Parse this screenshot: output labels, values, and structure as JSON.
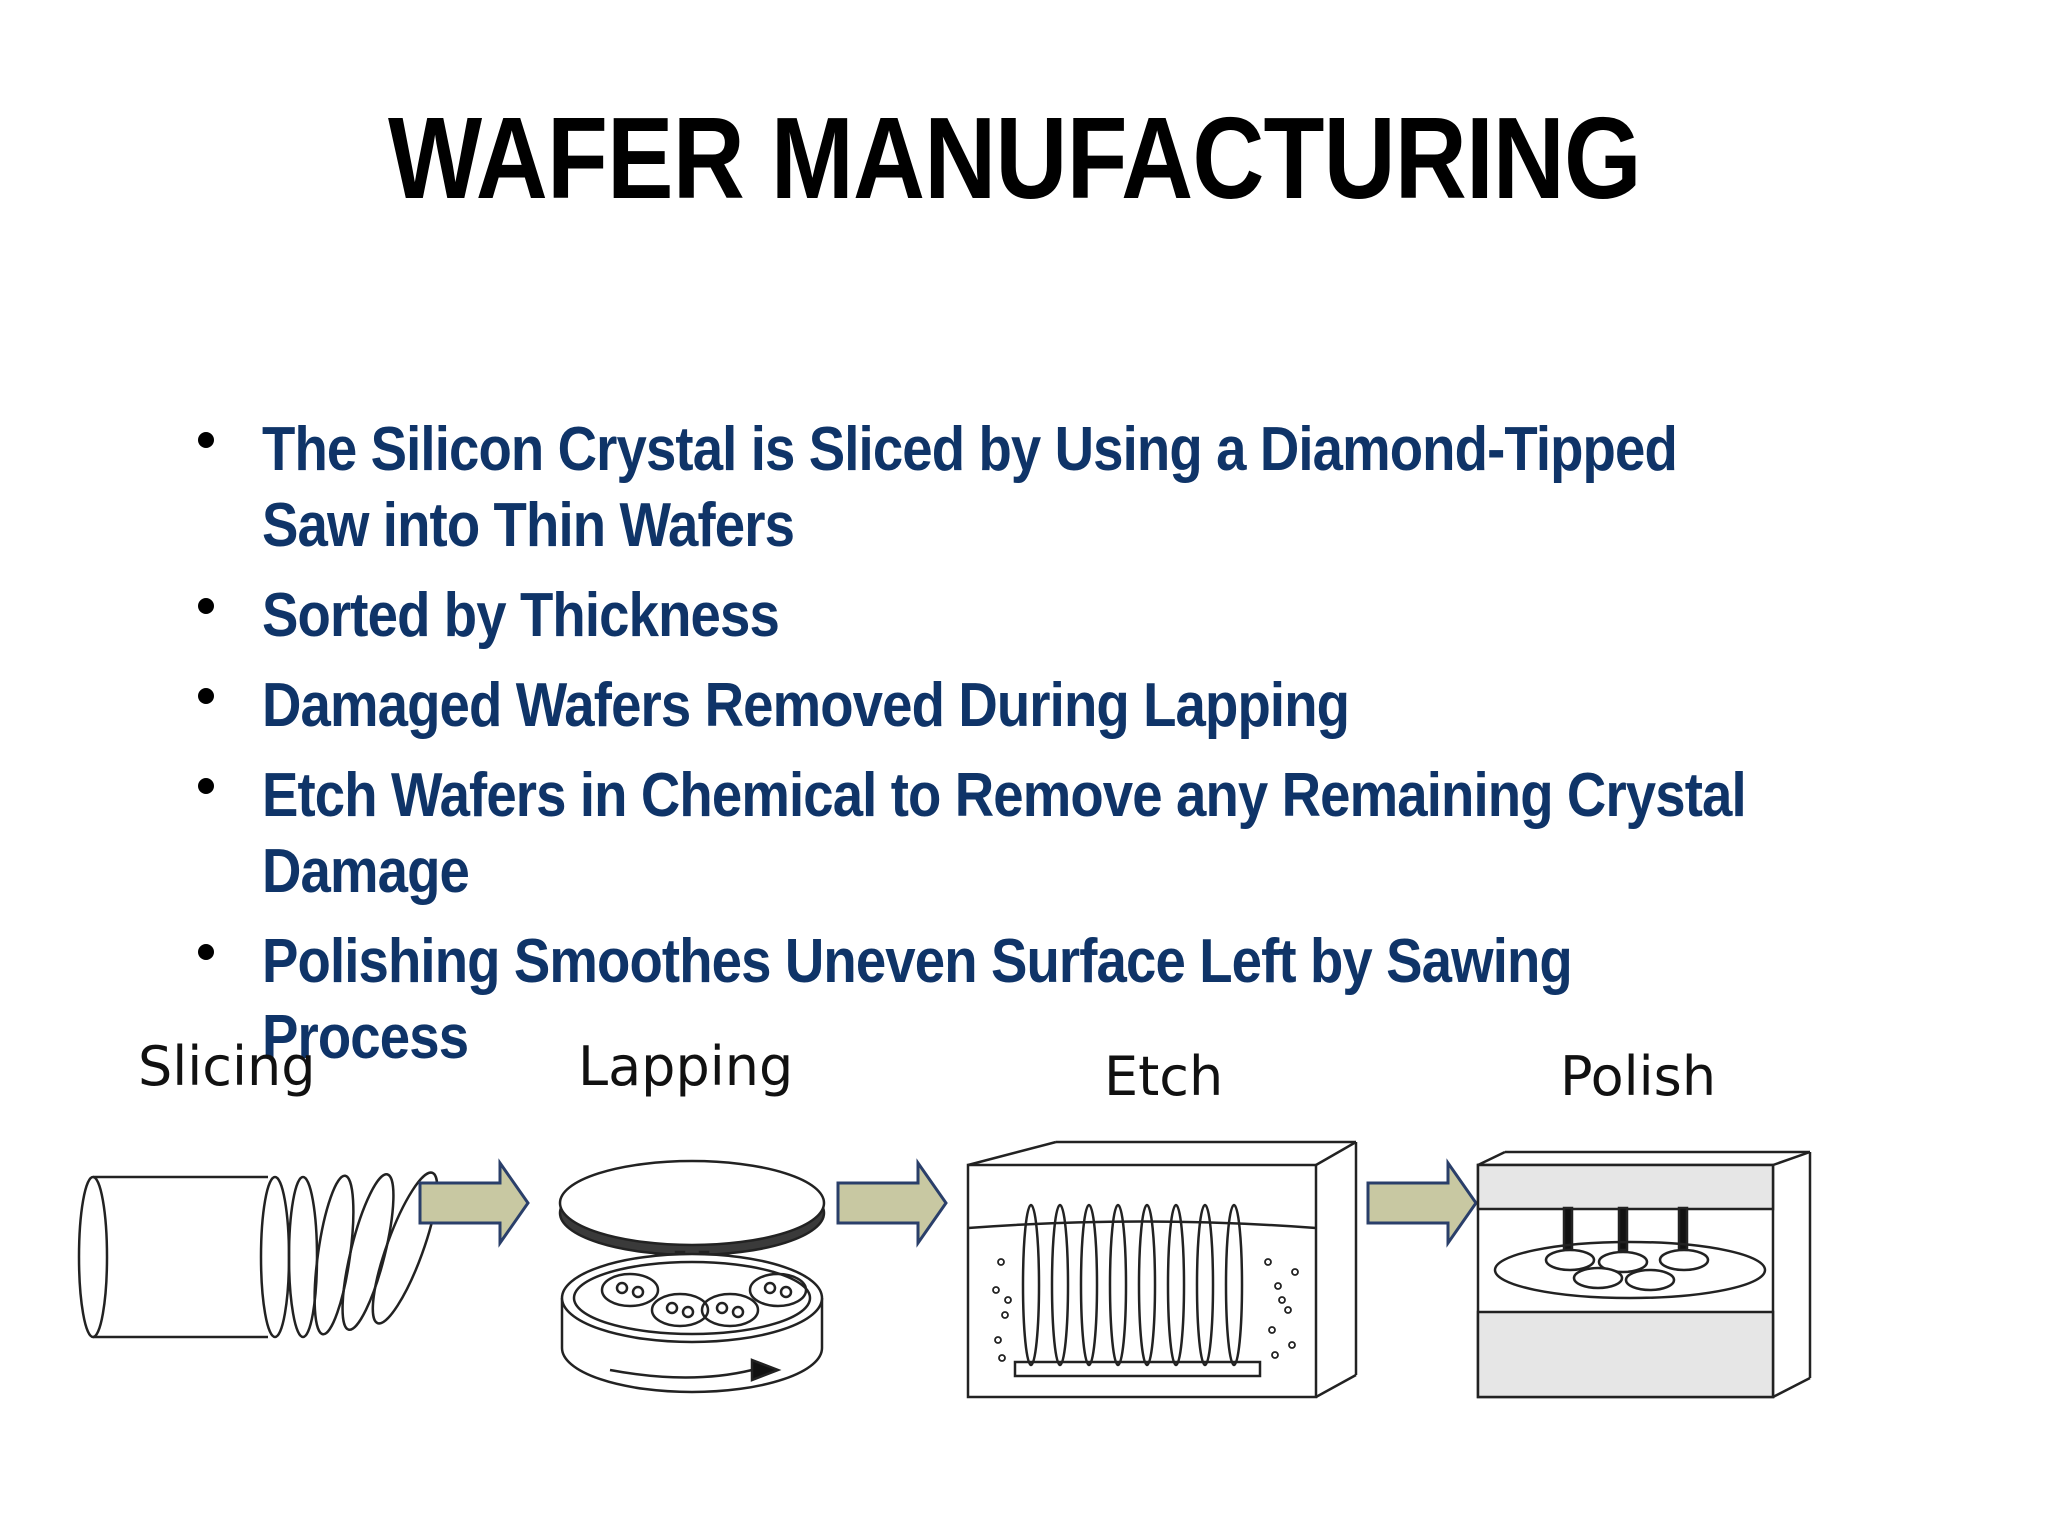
{
  "title": "WAFER MANUFACTURING",
  "bullets": [
    "The Silicon Crystal is Sliced by Using a Diamond-Tipped Saw into Thin Wafers",
    "Sorted by Thickness",
    "Damaged Wafers Removed During Lapping",
    "Etch Wafers in Chemical to Remove any Remaining Crystal Damage",
    "Polishing Smoothes  Uneven Surface Left by Sawing Process"
  ],
  "process_steps": [
    "Slicing",
    "Lapping",
    "Etch",
    "Polish"
  ],
  "colors": {
    "title": "#000000",
    "bullet_text": "#0f3468",
    "arrow_fill": "#c8c8a2",
    "arrow_stroke": "#2a3f6a"
  }
}
